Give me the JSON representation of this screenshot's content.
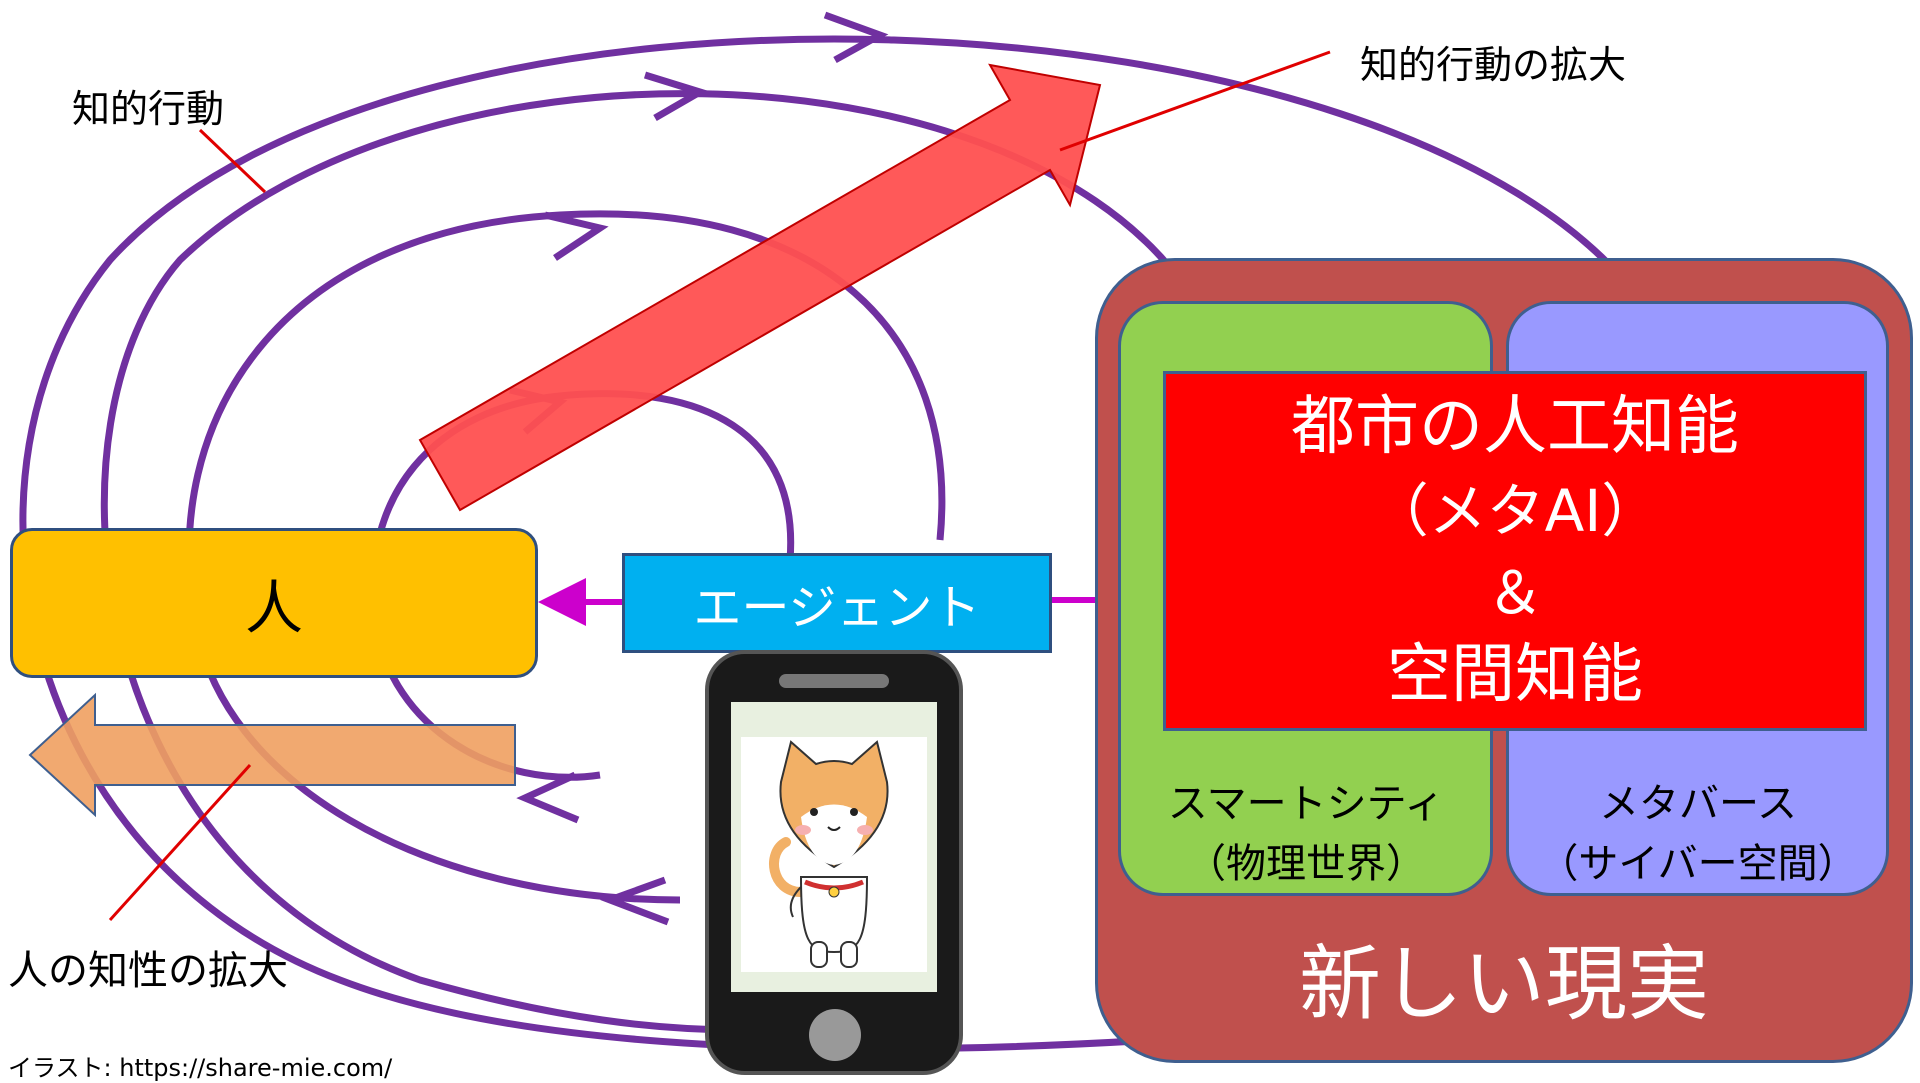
{
  "labels": {
    "intellectual_action": "知的行動",
    "expansion_of_action": "知的行動の拡大",
    "expansion_of_human_intellect": "人の知性の拡大",
    "credit": "イラスト: https://share-mie.com/"
  },
  "nodes": {
    "human": "人",
    "agent": "エージェント",
    "urban_ai_line1": "都市の人工知能",
    "urban_ai_line2": "（メタAI）",
    "urban_ai_line3": "＆",
    "urban_ai_line4": "空間知能",
    "smart_city_line1": "スマートシティ",
    "smart_city_line2": "（物理世界）",
    "metaverse_line1": "メタバース",
    "metaverse_line2": "（サイバー空間）",
    "new_reality": "新しい現実"
  },
  "colors": {
    "loop_purple": "#7030A0",
    "leader_red": "#E00000",
    "big_arrow_red": "#FF5050",
    "orange_arrow": "#F0A060",
    "human_box": "#FFC000",
    "agent_box": "#00B0F0",
    "new_reality": "#C0504D",
    "smart_city": "#92D050",
    "metaverse": "#9999FF",
    "urban_ai": "#FF0000",
    "connector_magenta": "#CC00CC"
  }
}
